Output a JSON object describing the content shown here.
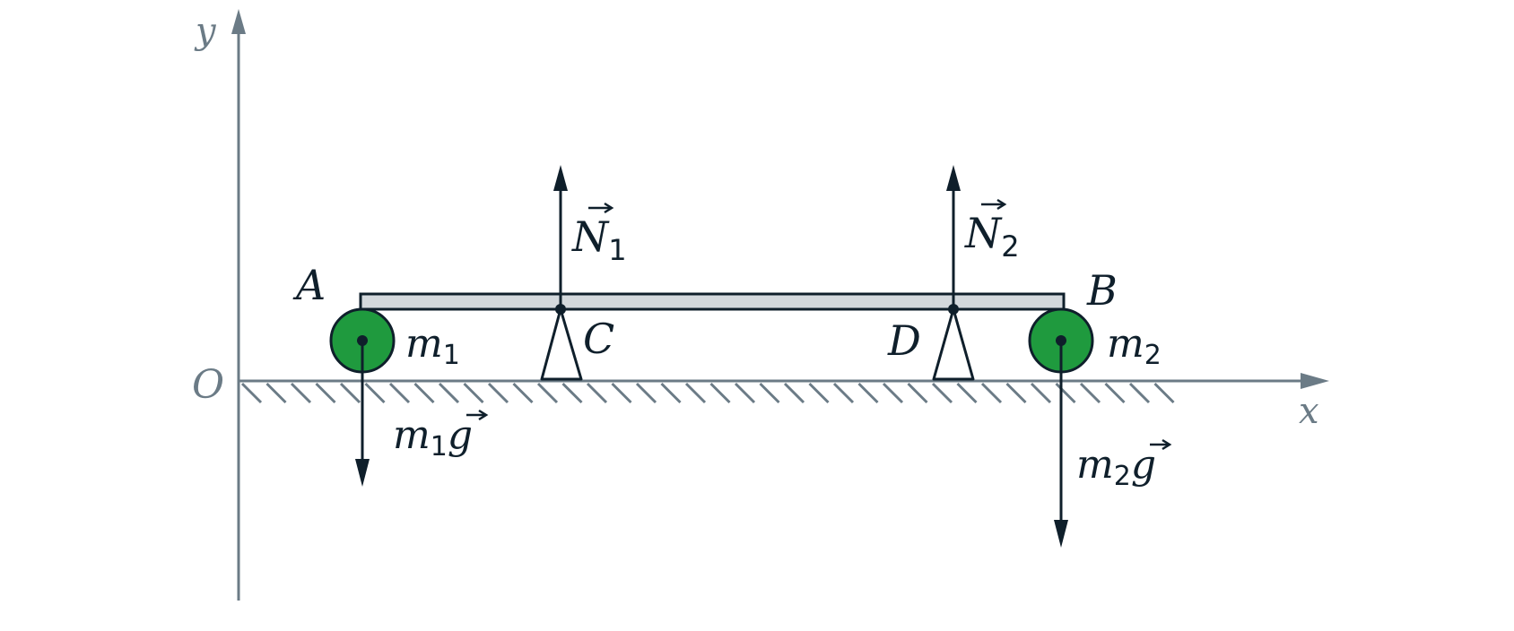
{
  "axes": {
    "x_label": "x",
    "y_label": "y",
    "origin_label": "O"
  },
  "points": {
    "A": "A",
    "B": "B",
    "C": "C",
    "D": "D"
  },
  "masses": {
    "m1": {
      "base": "m",
      "sub": "1"
    },
    "m2": {
      "base": "m",
      "sub": "2"
    }
  },
  "forces": {
    "N1": {
      "base": "N",
      "sub": "1"
    },
    "N2": {
      "base": "N",
      "sub": "2"
    },
    "m1g": {
      "base": "m",
      "sub": "1",
      "vec": "g"
    },
    "m2g": {
      "base": "m",
      "sub": "2",
      "vec": "g"
    }
  },
  "colors": {
    "ink": "#0f1f2b",
    "axis": "#6b7b86",
    "mass_fill": "#1f9a3e",
    "beam_fill": "#d3d8dc"
  }
}
